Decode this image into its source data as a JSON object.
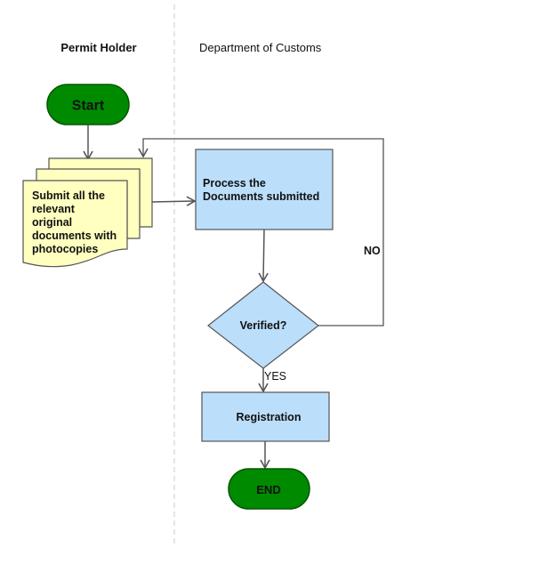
{
  "lanes": {
    "left_label": "Permit Holder",
    "right_label": "Department of Customs"
  },
  "nodes": {
    "start": "Start",
    "submit": [
      "Submit all the",
      "relevant",
      "original",
      "documents with",
      "photocopies"
    ],
    "process": [
      "Process the",
      "Documents submitted"
    ],
    "decision": "Verified?",
    "registration": "Registration",
    "end": "END"
  },
  "edges": {
    "no_label": "NO",
    "yes_label": "YES"
  },
  "colors": {
    "terminator_fill": "#008a00",
    "terminator_stroke": "#005700",
    "document_fill": "#ffffc0",
    "process_fill": "#bbdefb",
    "stroke": "#555555",
    "divider": "#cccccc"
  }
}
